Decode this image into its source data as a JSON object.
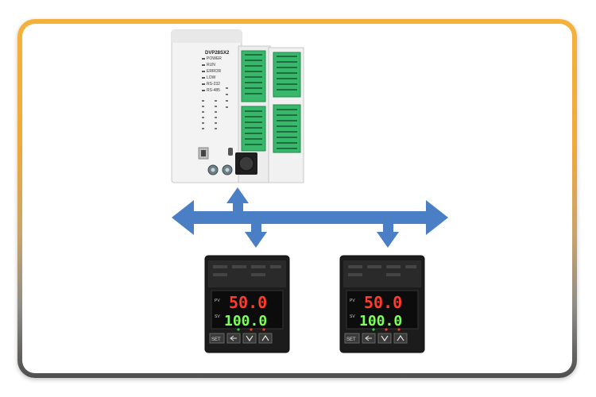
{
  "plc": {
    "model": "DVP28SX2",
    "led_labels": [
      "POWER",
      "RUN",
      "ERROR",
      "LOW",
      "RS-232",
      "RS-485"
    ]
  },
  "controllers": [
    {
      "pv": "50.0",
      "sv": "100.0",
      "pv_label": "PV",
      "sv_label": "SV",
      "set_label": "SET"
    },
    {
      "pv": "50.0",
      "sv": "100.0",
      "pv_label": "PV",
      "sv_label": "SV",
      "set_label": "SET"
    }
  ],
  "colors": {
    "bus": "#4a7fc6",
    "frame_top": "#f0a93a",
    "frame_bottom": "#4f4f4f",
    "terminal": "#37b86b"
  }
}
